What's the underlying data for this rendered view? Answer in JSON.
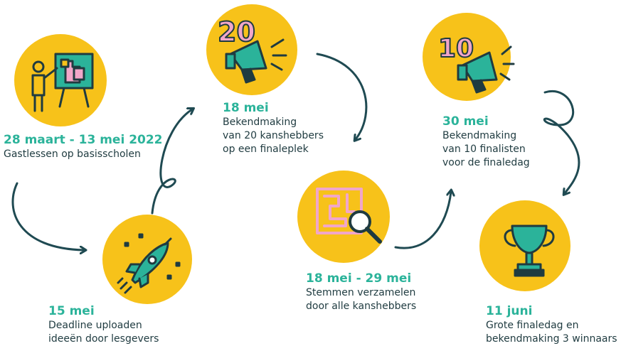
{
  "steps": [
    {
      "date": "28 maart - 13 mei 2022",
      "lines": [
        "Gastlessen op basisscholen"
      ],
      "icon": "teacher-puzzle-icon"
    },
    {
      "date": "15 mei",
      "lines": [
        "Deadline uploaden",
        "ideeën door lesgevers"
      ],
      "icon": "rocket-icon"
    },
    {
      "date": "18 mei",
      "lines": [
        "Bekendmaking",
        "van 20 kanshebbers",
        "op een finaleplek"
      ],
      "icon": "megaphone-20-icon",
      "badge": "20"
    },
    {
      "date": "18 mei - 29 mei",
      "lines": [
        "Stemmen verzamelen",
        "door alle kanshebbers"
      ],
      "icon": "maze-magnifier-icon"
    },
    {
      "date": "30 mei",
      "lines": [
        "Bekendmaking",
        "van 10 finalisten",
        "voor de finaledag"
      ],
      "icon": "megaphone-10-icon",
      "badge": "10"
    },
    {
      "date": "11 juni",
      "lines": [
        "Grote finaledag en",
        "bekendmaking 3 winnaars"
      ],
      "icon": "trophy-icon"
    }
  ],
  "colors": {
    "circle": "#f7c21a",
    "accent": "#2bb39a",
    "ink": "#1f3b40",
    "pink": "#f1a6c9"
  }
}
